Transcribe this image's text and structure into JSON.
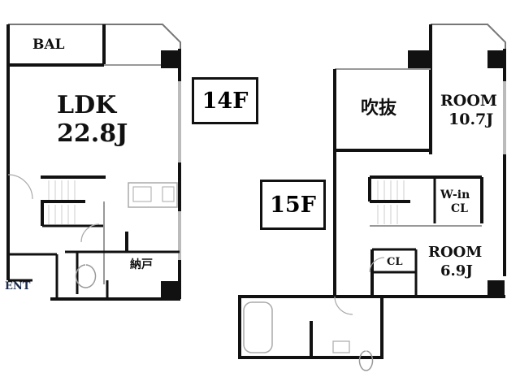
{
  "plan": {
    "floor_14": {
      "floor_label": "14F",
      "rooms": {
        "balcony": "BAL",
        "ldk_name": "LDK",
        "ldk_size": "22.8J",
        "storage": "納戸",
        "entrance": "ENT"
      }
    },
    "floor_15": {
      "floor_label": "15F",
      "rooms": {
        "void": "吹抜",
        "room1_name": "ROOM",
        "room1_size": "10.7J",
        "walkin_line1": "W-in",
        "walkin_line2": "CL",
        "closet": "CL",
        "room2_name": "ROOM",
        "room2_size": "6.9J"
      }
    }
  },
  "colors": {
    "wall": "#111111",
    "thin_line": "#999999",
    "entrance_text": "#1a2a4a"
  }
}
